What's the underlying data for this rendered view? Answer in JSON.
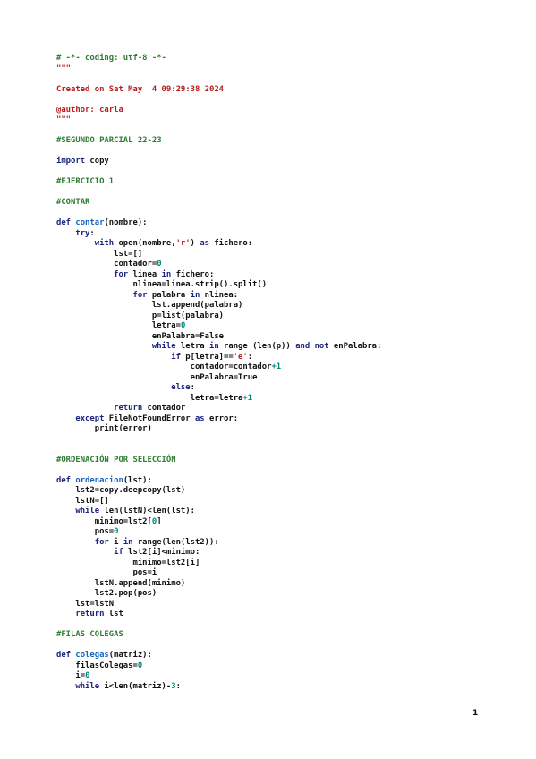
{
  "colors": {
    "comment": "#2e7d32",
    "string": "#b71c1c",
    "keyword": "#1a237e",
    "function": "#1565c0",
    "number": "#00897b",
    "text": "#111111"
  },
  "page_number": "1",
  "code_lines": [
    [
      [
        "cm",
        "# -*- coding: utf-8 -*-"
      ]
    ],
    [
      [
        "str",
        "\"\"\""
      ]
    ],
    [],
    [
      [
        "str",
        "Created on Sat May  4 09:29:38 2024"
      ]
    ],
    [],
    [
      [
        "str",
        "@author: carla"
      ]
    ],
    [
      [
        "str",
        "\"\"\""
      ]
    ],
    [],
    [
      [
        "cm",
        "#SEGUNDO PARCIAL 22-23"
      ]
    ],
    [],
    [
      [
        "kw",
        "import"
      ],
      [
        "tx",
        " copy"
      ]
    ],
    [],
    [
      [
        "cm",
        "#EJERCICIO 1"
      ]
    ],
    [],
    [
      [
        "cm",
        "#CONTAR"
      ]
    ],
    [],
    [
      [
        "kw",
        "def"
      ],
      [
        "tx",
        " "
      ],
      [
        "fn",
        "contar"
      ],
      [
        "tx",
        "(nombre):"
      ]
    ],
    [
      [
        "tx",
        "    "
      ],
      [
        "kw",
        "try"
      ],
      [
        "tx",
        ":"
      ]
    ],
    [
      [
        "tx",
        "        "
      ],
      [
        "kw",
        "with"
      ],
      [
        "tx",
        " open(nombre,"
      ],
      [
        "str",
        "'r'"
      ],
      [
        "tx",
        ") "
      ],
      [
        "kw",
        "as"
      ],
      [
        "tx",
        " fichero:"
      ]
    ],
    [
      [
        "tx",
        "            lst=[]"
      ]
    ],
    [
      [
        "tx",
        "            contador="
      ],
      [
        "num",
        "0"
      ]
    ],
    [
      [
        "tx",
        "            "
      ],
      [
        "kw",
        "for"
      ],
      [
        "tx",
        " linea "
      ],
      [
        "kw",
        "in"
      ],
      [
        "tx",
        " fichero:"
      ]
    ],
    [
      [
        "tx",
        "                nlinea=linea.strip().split()"
      ]
    ],
    [
      [
        "tx",
        "                "
      ],
      [
        "kw",
        "for"
      ],
      [
        "tx",
        " palabra "
      ],
      [
        "kw",
        "in"
      ],
      [
        "tx",
        " nlinea:"
      ]
    ],
    [
      [
        "tx",
        "                    lst.append(palabra)"
      ]
    ],
    [
      [
        "tx",
        "                    p=list(palabra)"
      ]
    ],
    [
      [
        "tx",
        "                    letra="
      ],
      [
        "num",
        "0"
      ]
    ],
    [
      [
        "tx",
        "                    enPalabra=False"
      ]
    ],
    [
      [
        "tx",
        "                    "
      ],
      [
        "kw",
        "while"
      ],
      [
        "tx",
        " letra "
      ],
      [
        "kw",
        "in"
      ],
      [
        "tx",
        " range (len(p)) "
      ],
      [
        "kw",
        "and"
      ],
      [
        "tx",
        " "
      ],
      [
        "kw",
        "not"
      ],
      [
        "tx",
        " enPalabra:"
      ]
    ],
    [
      [
        "tx",
        "                        "
      ],
      [
        "kw",
        "if"
      ],
      [
        "tx",
        " p[letra]=="
      ],
      [
        "str",
        "'e'"
      ],
      [
        "tx",
        ":"
      ]
    ],
    [
      [
        "tx",
        "                            contador=contador"
      ],
      [
        "num",
        "+1"
      ]
    ],
    [
      [
        "tx",
        "                            enPalabra=True"
      ]
    ],
    [
      [
        "tx",
        "                        "
      ],
      [
        "kw",
        "else"
      ],
      [
        "tx",
        ":"
      ]
    ],
    [
      [
        "tx",
        "                            letra=letra"
      ],
      [
        "num",
        "+1"
      ]
    ],
    [
      [
        "tx",
        "            "
      ],
      [
        "kw",
        "return"
      ],
      [
        "tx",
        " contador"
      ]
    ],
    [
      [
        "tx",
        "    "
      ],
      [
        "kw",
        "except"
      ],
      [
        "tx",
        " FileNotFoundError "
      ],
      [
        "kw",
        "as"
      ],
      [
        "tx",
        " error:"
      ]
    ],
    [
      [
        "tx",
        "        print(error)"
      ]
    ],
    [],
    [],
    [
      [
        "cm",
        "#ORDENACIÓN POR SELECCIÓN"
      ]
    ],
    [],
    [
      [
        "kw",
        "def"
      ],
      [
        "tx",
        " "
      ],
      [
        "fn",
        "ordenacion"
      ],
      [
        "tx",
        "(lst):"
      ]
    ],
    [
      [
        "tx",
        "    lst2=copy.deepcopy(lst)"
      ]
    ],
    [
      [
        "tx",
        "    lstN=[]"
      ]
    ],
    [
      [
        "tx",
        "    "
      ],
      [
        "kw",
        "while"
      ],
      [
        "tx",
        " len(lstN)<len(lst):"
      ]
    ],
    [
      [
        "tx",
        "        minimo=lst2["
      ],
      [
        "num",
        "0"
      ],
      [
        "tx",
        "]"
      ]
    ],
    [
      [
        "tx",
        "        pos="
      ],
      [
        "num",
        "0"
      ]
    ],
    [
      [
        "tx",
        "        "
      ],
      [
        "kw",
        "for"
      ],
      [
        "tx",
        " i "
      ],
      [
        "kw",
        "in"
      ],
      [
        "tx",
        " range(len(lst2)):"
      ]
    ],
    [
      [
        "tx",
        "            "
      ],
      [
        "kw",
        "if"
      ],
      [
        "tx",
        " lst2[i]<minimo:"
      ]
    ],
    [
      [
        "tx",
        "                minimo=lst2[i]"
      ]
    ],
    [
      [
        "tx",
        "                pos=i"
      ]
    ],
    [
      [
        "tx",
        "        lstN.append(minimo)"
      ]
    ],
    [
      [
        "tx",
        "        lst2.pop(pos)"
      ]
    ],
    [
      [
        "tx",
        "    lst=lstN"
      ]
    ],
    [
      [
        "tx",
        "    "
      ],
      [
        "kw",
        "return"
      ],
      [
        "tx",
        " lst"
      ]
    ],
    [],
    [
      [
        "cm",
        "#FILAS COLEGAS"
      ]
    ],
    [],
    [
      [
        "kw",
        "def"
      ],
      [
        "tx",
        " "
      ],
      [
        "fn",
        "colegas"
      ],
      [
        "tx",
        "(matriz):"
      ]
    ],
    [
      [
        "tx",
        "    filasColegas="
      ],
      [
        "num",
        "0"
      ]
    ],
    [
      [
        "tx",
        "    i="
      ],
      [
        "num",
        "0"
      ]
    ],
    [
      [
        "tx",
        "    "
      ],
      [
        "kw",
        "while"
      ],
      [
        "tx",
        " i<len(matriz)-"
      ],
      [
        "num",
        "3"
      ],
      [
        "tx",
        ":"
      ]
    ]
  ]
}
